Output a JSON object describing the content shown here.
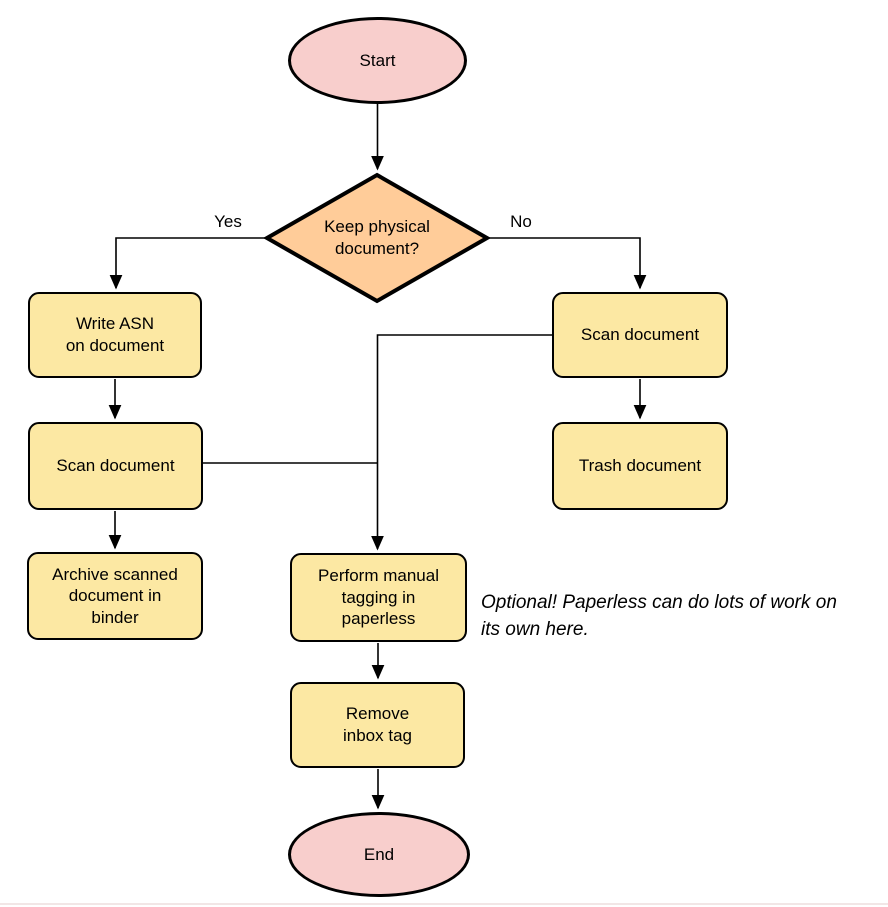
{
  "colors": {
    "terminator_fill": "#F8CECC",
    "decision_fill": "#FFCC99",
    "process_fill": "#FCE8A3",
    "stroke": "#000000",
    "text": "#000000"
  },
  "nodes": {
    "start": {
      "type": "terminator",
      "label": "Start"
    },
    "decision": {
      "type": "decision",
      "label": "Keep physical\ndocument?"
    },
    "write_asn": {
      "type": "process",
      "label": "Write ASN\non document"
    },
    "scan_left": {
      "type": "process",
      "label": "Scan document"
    },
    "archive": {
      "type": "process",
      "label": "Archive scanned\ndocument in\nbinder"
    },
    "scan_right": {
      "type": "process",
      "label": "Scan document"
    },
    "trash": {
      "type": "process",
      "label": "Trash document"
    },
    "tagging": {
      "type": "process",
      "label": "Perform manual\ntagging in\npaperless"
    },
    "remove_tag": {
      "type": "process",
      "label": "Remove\ninbox tag"
    },
    "end": {
      "type": "terminator",
      "label": "End"
    }
  },
  "edge_labels": {
    "yes": "Yes",
    "no": "No"
  },
  "annotation": "Optional! Paperless can do lots of work on\nits own here."
}
